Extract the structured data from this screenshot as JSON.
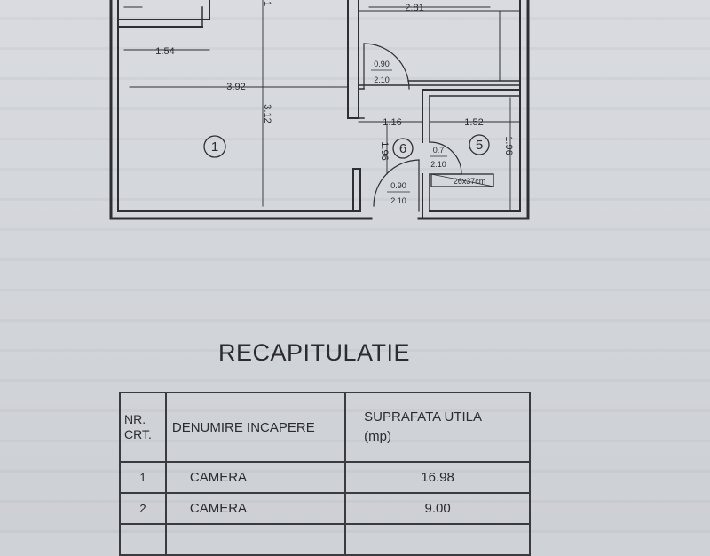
{
  "plan": {
    "dimensions": {
      "top_right_width": "2.81",
      "room1_width": "3.92",
      "room1_height": "3.12",
      "top_left_inner": "1.54",
      "room6_width": "1.16",
      "room5_width": "1.52",
      "room6_height": "1.96",
      "room5_height": "1.96",
      "vent_duct": "26x37cm",
      "top_height_partial": "1"
    },
    "doors": {
      "upper_door_w": "0.90",
      "upper_door_h": "2.10",
      "entry_door_w": "0.90",
      "entry_door_h": "2.10",
      "bath_door_w": "0.7",
      "bath_door_h": "2.10"
    },
    "rooms": {
      "room1": "1",
      "room6": "6",
      "room5": "5"
    }
  },
  "summary": {
    "title": "RECAPITULATIE",
    "headers": {
      "nr": "NR.",
      "crt": "CRT.",
      "name": "DENUMIRE INCAPERE",
      "area": "SUPRAFATA UTILA",
      "unit": "(mp)"
    },
    "rows": [
      {
        "nr": "1",
        "name": "CAMERA",
        "area": "16.98"
      },
      {
        "nr": "2",
        "name": "CAMERA",
        "area": "9.00"
      }
    ]
  },
  "colors": {
    "paper": "#d6d9de",
    "ink": "#2b2b30"
  }
}
